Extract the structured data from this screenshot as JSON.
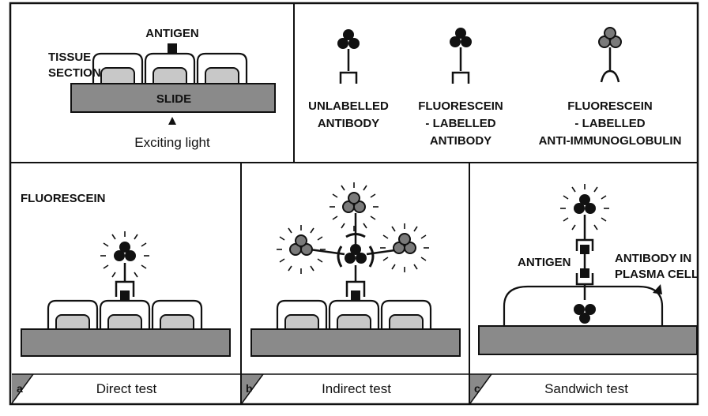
{
  "top_left": {
    "antigen_label": "ANTIGEN",
    "tissue_label_1": "TISSUE",
    "tissue_label_2": "SECTION",
    "slide_label": "SLIDE",
    "light_label": "Exciting light"
  },
  "legend": {
    "unlabelled": [
      "UNLABELLED",
      "ANTIBODY"
    ],
    "fluorescein_antibody": [
      "FLUORESCEIN",
      "- LABELLED",
      "ANTIBODY"
    ],
    "fluorescein_anti_ig": [
      "FLUORESCEIN",
      "- LABELLED",
      "ANTI-IMMUNOGLOBULIN"
    ]
  },
  "panel_a": {
    "letter": "a",
    "fluorescein_label": "FLUORESCEIN",
    "caption": "Direct test"
  },
  "panel_b": {
    "letter": "b",
    "caption": "Indirect test"
  },
  "panel_c": {
    "letter": "c",
    "antigen_label": "ANTIGEN",
    "plasma_label_1": "ANTIBODY IN",
    "plasma_label_2": "PLASMA CELL",
    "caption": "Sandwich test"
  },
  "colors": {
    "slide": "#8a8a8a",
    "cell_inner": "#c8c8c8",
    "dark": "#111111",
    "grey_ball": "#7a7a7a"
  }
}
